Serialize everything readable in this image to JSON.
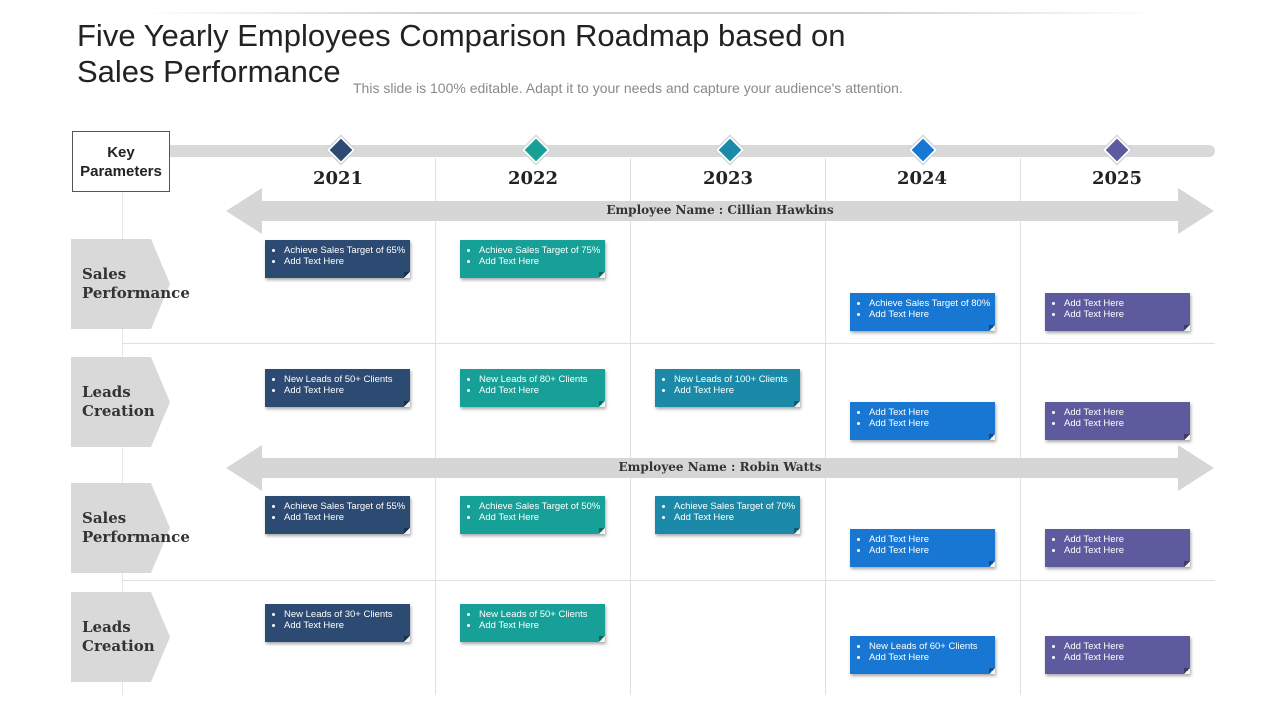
{
  "title": "Five Yearly Employees Comparison Roadmap based on Sales Performance",
  "subtitle": "This slide is 100% editable. Adapt it to your needs and capture your audience's attention.",
  "key_parameters": "Key\nParameters",
  "years": [
    "2021",
    "2022",
    "2023",
    "2024",
    "2025"
  ],
  "colors": {
    "y2021": "#2d4a72",
    "y2022": "#16a098",
    "y2023": "#1b8aa8",
    "y2024": "#1877d2",
    "y2025": "#5e5a9e"
  },
  "row_labels": {
    "r1": "Sales\nPerformance",
    "r2": "Leads\nCreation",
    "r3": "Sales\nPerformance",
    "r4": "Leads\nCreation"
  },
  "employees": {
    "e1": "Employee Name : Cillian Hawkins",
    "e2": "Employee Name : Robin Watts"
  },
  "cards": {
    "r1_2021": [
      "Achieve Sales Target of 65%",
      "Add Text Here"
    ],
    "r1_2022": [
      "Achieve Sales Target of 75%",
      "Add Text Here"
    ],
    "r1_2024": [
      "Achieve Sales Target of 80%",
      "Add Text Here"
    ],
    "r1_2025": [
      "Add Text Here",
      "Add Text Here"
    ],
    "r2_2021": [
      "New Leads of 50+ Clients",
      "Add Text Here"
    ],
    "r2_2022": [
      "New Leads of 80+ Clients",
      "Add Text Here"
    ],
    "r2_2023": [
      "New Leads of 100+ Clients",
      "Add Text Here"
    ],
    "r2_2024": [
      "Add Text Here",
      "Add Text Here"
    ],
    "r2_2025": [
      "Add Text Here",
      "Add Text Here"
    ],
    "r3_2021": [
      "Achieve Sales Target of 55%",
      "Add Text Here"
    ],
    "r3_2022": [
      "Achieve Sales Target of 50%",
      "Add Text Here"
    ],
    "r3_2023": [
      "Achieve Sales Target of 70%",
      "Add Text Here"
    ],
    "r3_2024": [
      "Add Text Here",
      "Add Text Here"
    ],
    "r3_2025": [
      "Add Text Here",
      "Add Text Here"
    ],
    "r4_2021": [
      "New Leads of 30+ Clients",
      "Add Text Here"
    ],
    "r4_2022": [
      "New Leads of 50+ Clients",
      "Add Text Here"
    ],
    "r4_2024": [
      "New Leads of 60+ Clients",
      "Add Text Here"
    ],
    "r4_2025": [
      "Add Text Here",
      "Add Text Here"
    ]
  }
}
